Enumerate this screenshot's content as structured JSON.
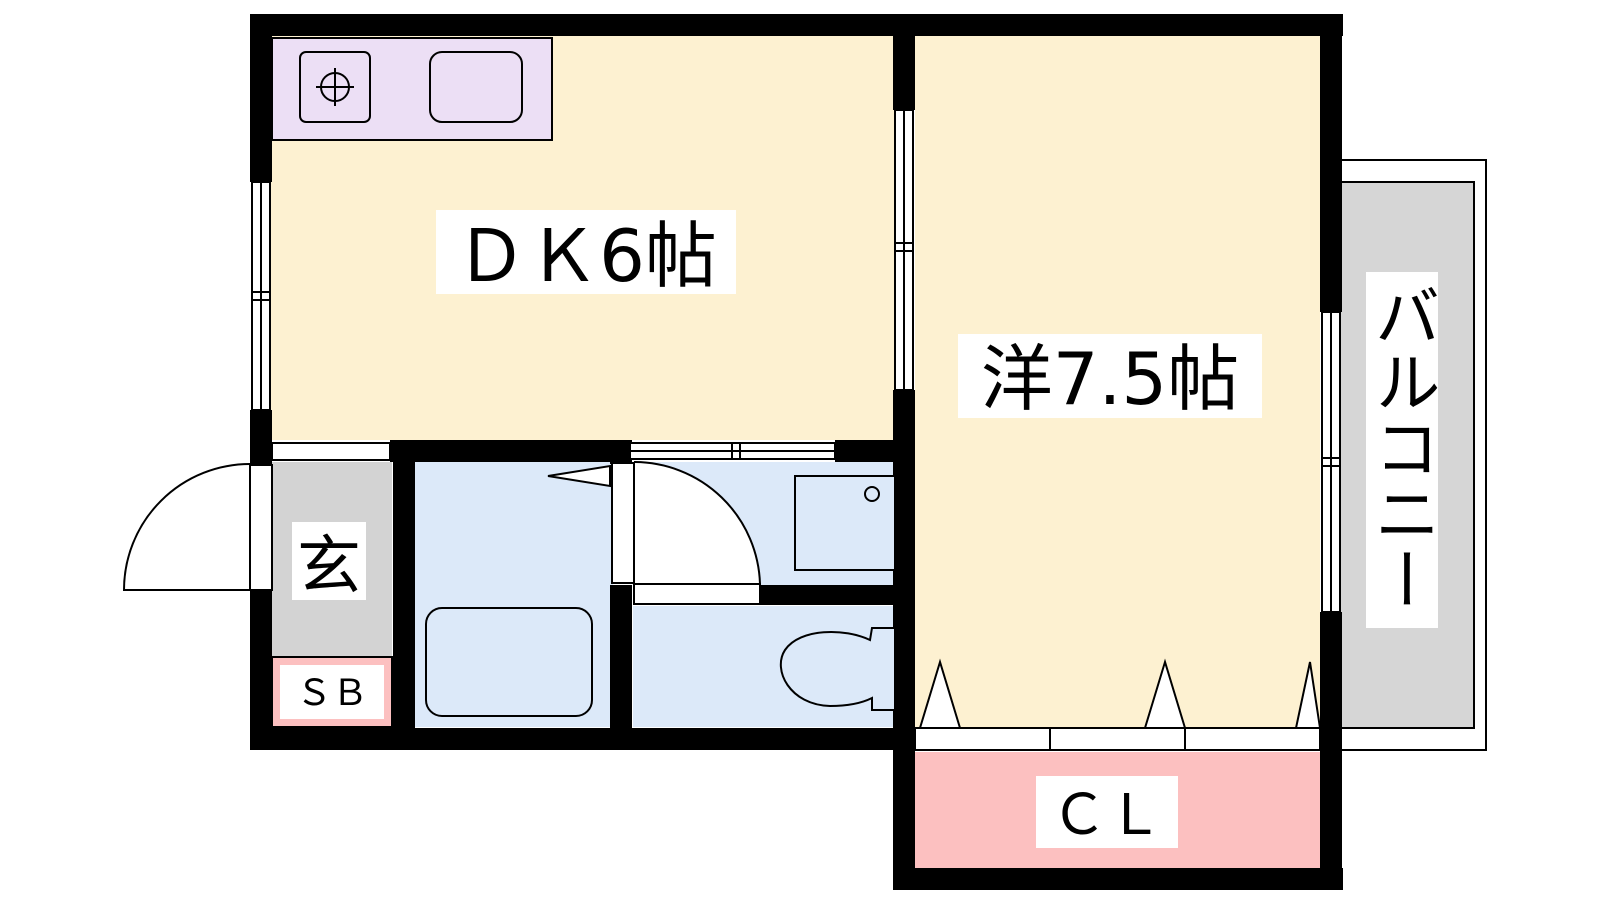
{
  "rooms": {
    "dk": {
      "label": "ＤＫ6帖"
    },
    "western": {
      "label": "洋7.5帖"
    },
    "balcony": {
      "label": "バルコニー"
    },
    "entrance": {
      "label": "玄"
    },
    "shoe_box": {
      "label": "ＳＢ"
    },
    "closet": {
      "label": "ＣＬ"
    }
  },
  "colors": {
    "living": "#fdf1d1",
    "kitchen": "#ecdff5",
    "wet_area": "#dce9f9",
    "entrance": "#d3d3d3",
    "storage": "#fcc0c0",
    "balcony": "#d6d6d6",
    "wall": "#000000"
  }
}
